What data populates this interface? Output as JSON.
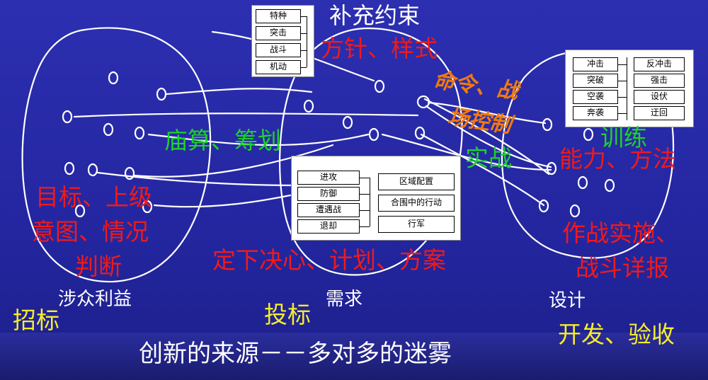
{
  "slide": {
    "title": "补充约束",
    "footer": "创新的来源－－多对多的迷雾"
  },
  "cluster_labels": {
    "stakeholders": "涉众利益",
    "requirements": "需求",
    "design": "设计"
  },
  "red_labels": {
    "guideline": "方针、样式",
    "goal_line1": "目标、上级",
    "goal_line2": "意图、情况",
    "goal_line3": "判断",
    "decision": "定下决心、计划、方案",
    "ability": "能力、方法",
    "implement_line1": "作战实施、",
    "implement_line2": "战斗详报"
  },
  "green_labels": {
    "planning": "庙算、筹划",
    "combat": "实战",
    "training": "训练"
  },
  "orange_labels": {
    "line1": "命令、战",
    "line2": "场控制"
  },
  "yellow_labels": {
    "bid_invite": "招标",
    "bid_submit": "投标",
    "dev": "开发、验收"
  },
  "table_top": {
    "items": [
      "特种",
      "突击",
      "战斗",
      "机动"
    ]
  },
  "table_middle": {
    "left": [
      "进攻",
      "防御",
      "遭遇战",
      "退却"
    ],
    "right": [
      "区域配置",
      "合围中的行动",
      "行军"
    ]
  },
  "table_right": {
    "left": [
      "冲击",
      "突破",
      "空袭",
      "奔袭"
    ],
    "right": [
      "反冲击",
      "强击",
      "设伏",
      "迂回"
    ]
  },
  "colors": {
    "background": "#2426a0",
    "red": "#f01a1a",
    "green": "#1fd12a",
    "yellow": "#f6ec2a",
    "orange": "#f07a10"
  }
}
